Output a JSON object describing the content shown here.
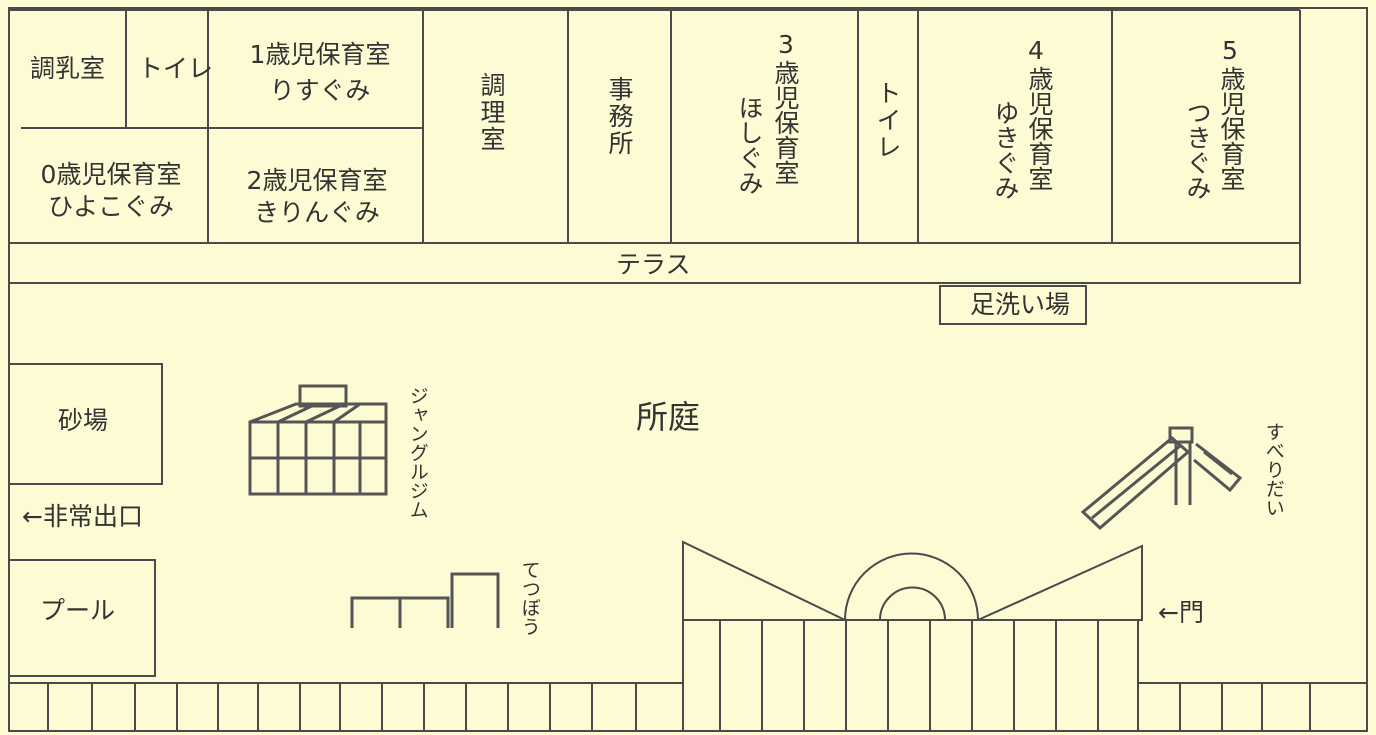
{
  "colors": {
    "paper": "#fcfbd4",
    "ink": "#3a3a3a"
  },
  "rooms": {
    "milk_room": "調乳室",
    "toilet_1": "トイレ",
    "age1_room": "1歳児保育室",
    "age1_class": "りすぐみ",
    "age0_room": "0歳児保育室",
    "age0_class": "ひよこぐみ",
    "age2_room": "2歳児保育室",
    "age2_class": "きりんぐみ",
    "kitchen": "調理室",
    "office": "事務所",
    "age3_num": "3",
    "age3_col1": "ほしぐみ",
    "age3_col2": "歳児保育室",
    "toilet_2": "トイレ",
    "age4_num": "4",
    "age4_col1": "ゆきぐみ",
    "age4_col2": "歳児保育室",
    "age5_num": "5",
    "age5_col1": "つきぐみ",
    "age5_col2": "歳児保育室"
  },
  "areas": {
    "terrace": "テラス",
    "foot_wash": "足洗い場",
    "garden": "所庭",
    "sandbox": "砂場",
    "emergency_exit": "←非常出口",
    "pool": "プール",
    "gate": "←門"
  },
  "equipment": {
    "jungle_gym": "ジャングルジム",
    "iron_bar": "てつぼう",
    "slide": "すべりだい"
  }
}
